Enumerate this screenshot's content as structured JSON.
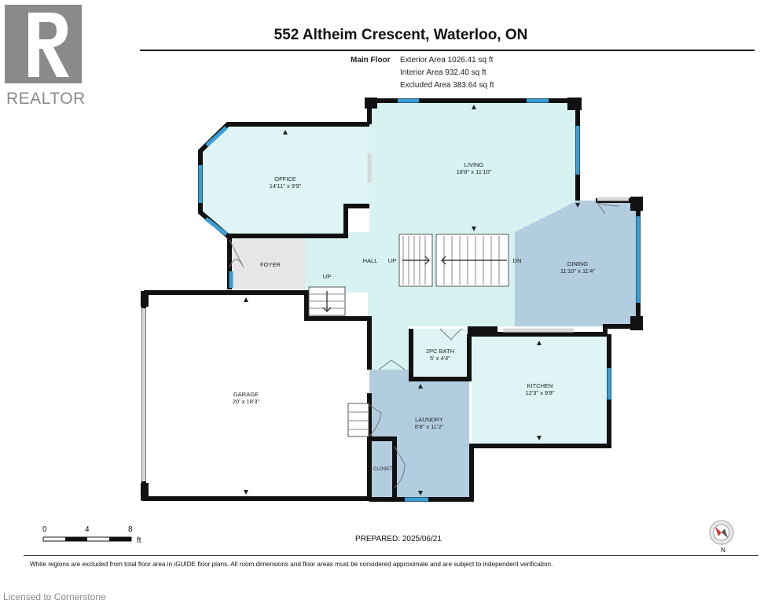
{
  "header": {
    "brand": "REALTOR",
    "title": "552 Altheim Crescent, Waterloo, ON"
  },
  "stats": {
    "floor": "Main Floor",
    "exterior": "Exterior Area 1026.41 sq ft",
    "interior": "Interior Area 932.40 sq ft",
    "excluded": "Excluded Area 383.64 sq ft"
  },
  "rooms": {
    "office": {
      "name": "OFFICE",
      "dims": "14'11\" x 9'9\""
    },
    "living": {
      "name": "LIVING",
      "dims": "18'8\" x 11'10\""
    },
    "dining": {
      "name": "DINING",
      "dims": "11'10\" x 11'4\""
    },
    "foyer": {
      "name": "FOYER"
    },
    "hall": {
      "name": "HALL"
    },
    "garage": {
      "name": "GARAGE",
      "dims": "20' x 18'3\""
    },
    "bath": {
      "name": "2PC BATH",
      "dims": "5' x 4'4\""
    },
    "kitchen": {
      "name": "KITCHEN",
      "dims": "12'3\" x 9'8\""
    },
    "laundry": {
      "name": "LAUNDRY",
      "dims": "8'8\" x 11'2\""
    },
    "closet": {
      "name": "CLOSET"
    }
  },
  "stairs": {
    "up_main": "UP",
    "dn_main": "DN",
    "up_foyer": "UP"
  },
  "scale": {
    "t0": "0",
    "t4": "4",
    "t8": "8",
    "unit": "ft"
  },
  "compass": {
    "north": "N"
  },
  "prepared": "PREPARED: 2025/06/21",
  "footnote": "White regions are excluded from total floor area in iGUIDE floor plans. All room dimensions and floor areas must be considered approximate and are subject to independent verification.",
  "licensed": "Licensed to Cornerstone",
  "colors": {
    "light_cyan": "#dff5f5",
    "living_cyan": "#d6f2f1",
    "blue": "#b3cde0",
    "grey": "#e6e6e6",
    "wall": "#111111",
    "window": "#3a9fd6"
  }
}
